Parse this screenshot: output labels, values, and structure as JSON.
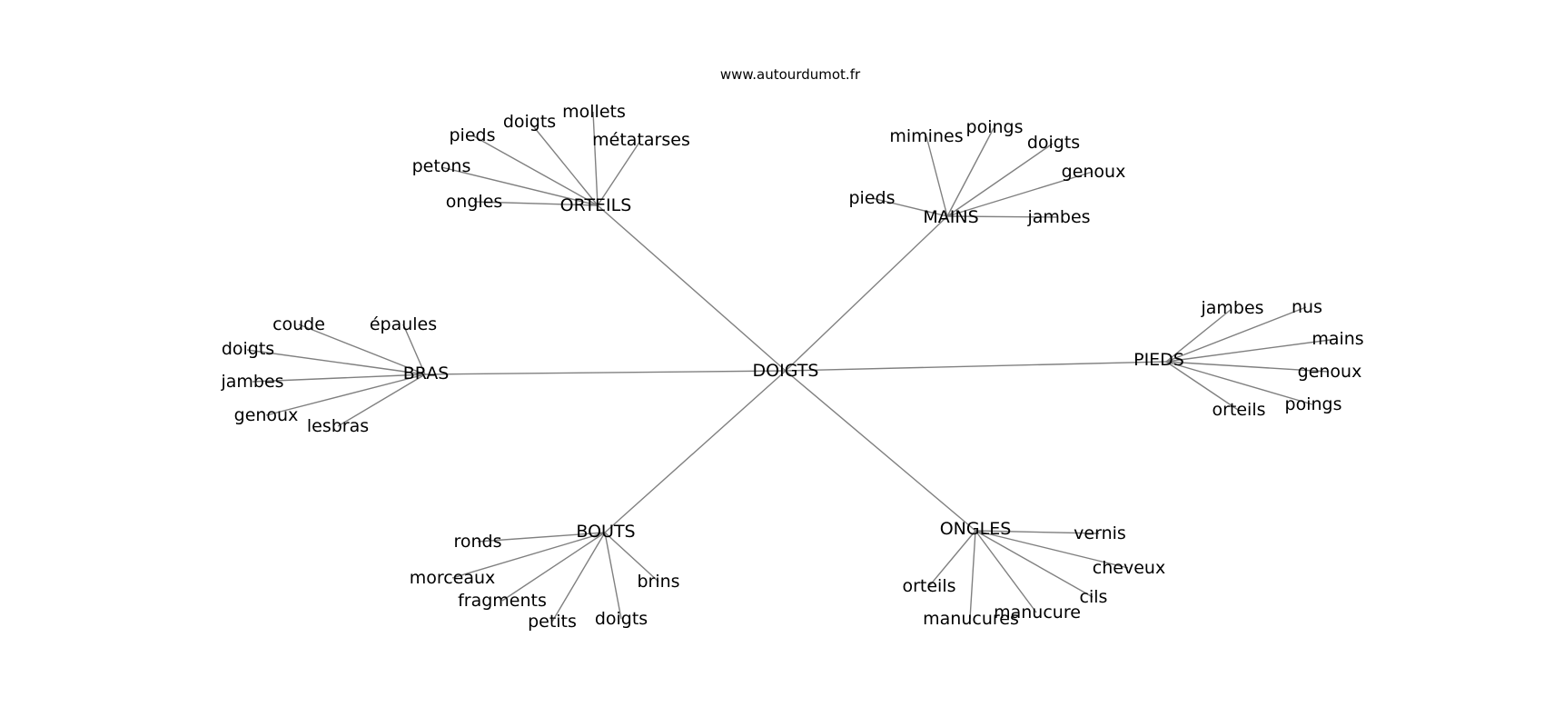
{
  "watermark": "www.autourdumot.fr",
  "root": {
    "id": "doigts",
    "label": "DOIGTS",
    "children": [
      {
        "id": "orteils",
        "label": "ORTEILS",
        "children": [
          {
            "id": "orteils-ongles",
            "label": "ongles"
          },
          {
            "id": "orteils-petons",
            "label": "petons"
          },
          {
            "id": "orteils-pieds",
            "label": "pieds"
          },
          {
            "id": "orteils-doigts",
            "label": "doigts"
          },
          {
            "id": "orteils-mollets",
            "label": "mollets"
          },
          {
            "id": "orteils-metatarses",
            "label": "métatarses"
          }
        ]
      },
      {
        "id": "mains",
        "label": "MAINS",
        "children": [
          {
            "id": "mains-pieds",
            "label": "pieds"
          },
          {
            "id": "mains-mimines",
            "label": "mimines"
          },
          {
            "id": "mains-poings",
            "label": "poings"
          },
          {
            "id": "mains-doigts",
            "label": "doigts"
          },
          {
            "id": "mains-genoux",
            "label": "genoux"
          },
          {
            "id": "mains-jambes",
            "label": "jambes"
          }
        ]
      },
      {
        "id": "bras",
        "label": "BRAS",
        "children": [
          {
            "id": "bras-coude",
            "label": "coude"
          },
          {
            "id": "bras-epaules",
            "label": "épaules"
          },
          {
            "id": "bras-doigts",
            "label": "doigts"
          },
          {
            "id": "bras-jambes",
            "label": "jambes"
          },
          {
            "id": "bras-genoux",
            "label": "genoux"
          },
          {
            "id": "bras-lesbras",
            "label": "lesbras"
          }
        ]
      },
      {
        "id": "pieds",
        "label": "PIEDS",
        "children": [
          {
            "id": "pieds-jambes",
            "label": "jambes"
          },
          {
            "id": "pieds-nus",
            "label": "nus"
          },
          {
            "id": "pieds-mains",
            "label": "mains"
          },
          {
            "id": "pieds-genoux",
            "label": "genoux"
          },
          {
            "id": "pieds-poings",
            "label": "poings"
          },
          {
            "id": "pieds-orteils",
            "label": "orteils"
          }
        ]
      },
      {
        "id": "bouts",
        "label": "BOUTS",
        "children": [
          {
            "id": "bouts-ronds",
            "label": "ronds"
          },
          {
            "id": "bouts-morceaux",
            "label": "morceaux"
          },
          {
            "id": "bouts-fragments",
            "label": "fragments"
          },
          {
            "id": "bouts-petits",
            "label": "petits"
          },
          {
            "id": "bouts-doigts",
            "label": "doigts"
          },
          {
            "id": "bouts-brins",
            "label": "brins"
          }
        ]
      },
      {
        "id": "ongles",
        "label": "ONGLES",
        "children": [
          {
            "id": "ongles-vernis",
            "label": "vernis"
          },
          {
            "id": "ongles-cheveux",
            "label": "cheveux"
          },
          {
            "id": "ongles-cils",
            "label": "cils"
          },
          {
            "id": "ongles-manucure",
            "label": "manucure"
          },
          {
            "id": "ongles-manucures",
            "label": "manucures"
          },
          {
            "id": "ongles-orteils",
            "label": "orteils"
          }
        ]
      }
    ]
  }
}
